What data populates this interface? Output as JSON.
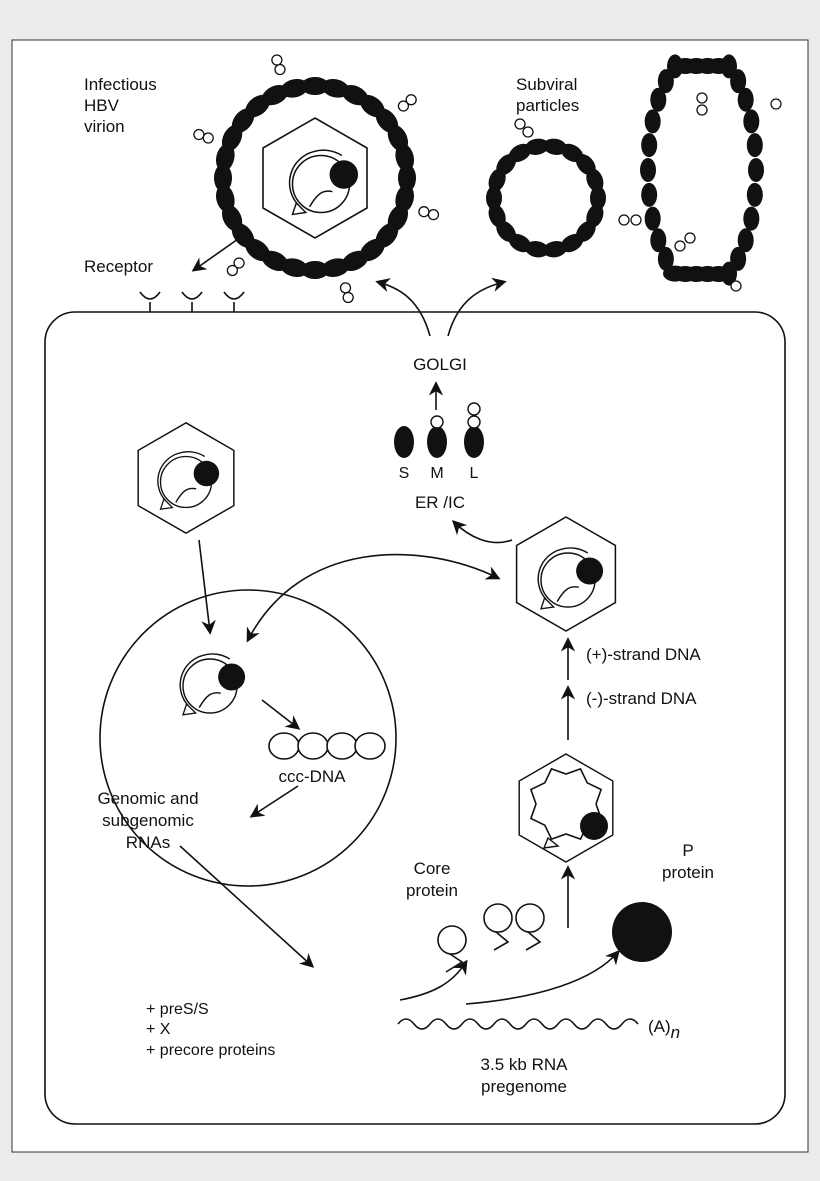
{
  "labels": {
    "virion_line1": "Infectious",
    "virion_line2": "HBV",
    "virion_line3": "virion",
    "subviral_line1": "Subviral",
    "subviral_line2": "particles",
    "receptor": "Receptor",
    "golgi": "GOLGI",
    "protein_s": "S",
    "protein_m": "M",
    "protein_l": "L",
    "er_ic": "ER /IC",
    "plus_strand": "(+)-strand DNA",
    "minus_strand": "(-)-strand DNA",
    "ccc_dna": "ccc-DNA",
    "genomic_line1": "Genomic and",
    "genomic_line2": "subgenomic",
    "genomic_line3": "RNAs",
    "core_line1": "Core",
    "core_line2": "protein",
    "p_line1": "P",
    "p_line2": "protein",
    "pres": "+ preS/S",
    "x": "+ X",
    "precore": "+ precore proteins",
    "polya": "(A)",
    "polya_n": "n",
    "rna_line1": "3.5 kb RNA",
    "rna_line2": "pregenome"
  },
  "colors": {
    "background": "#ececec",
    "frame": "#ffffff",
    "ink": "#111111"
  }
}
